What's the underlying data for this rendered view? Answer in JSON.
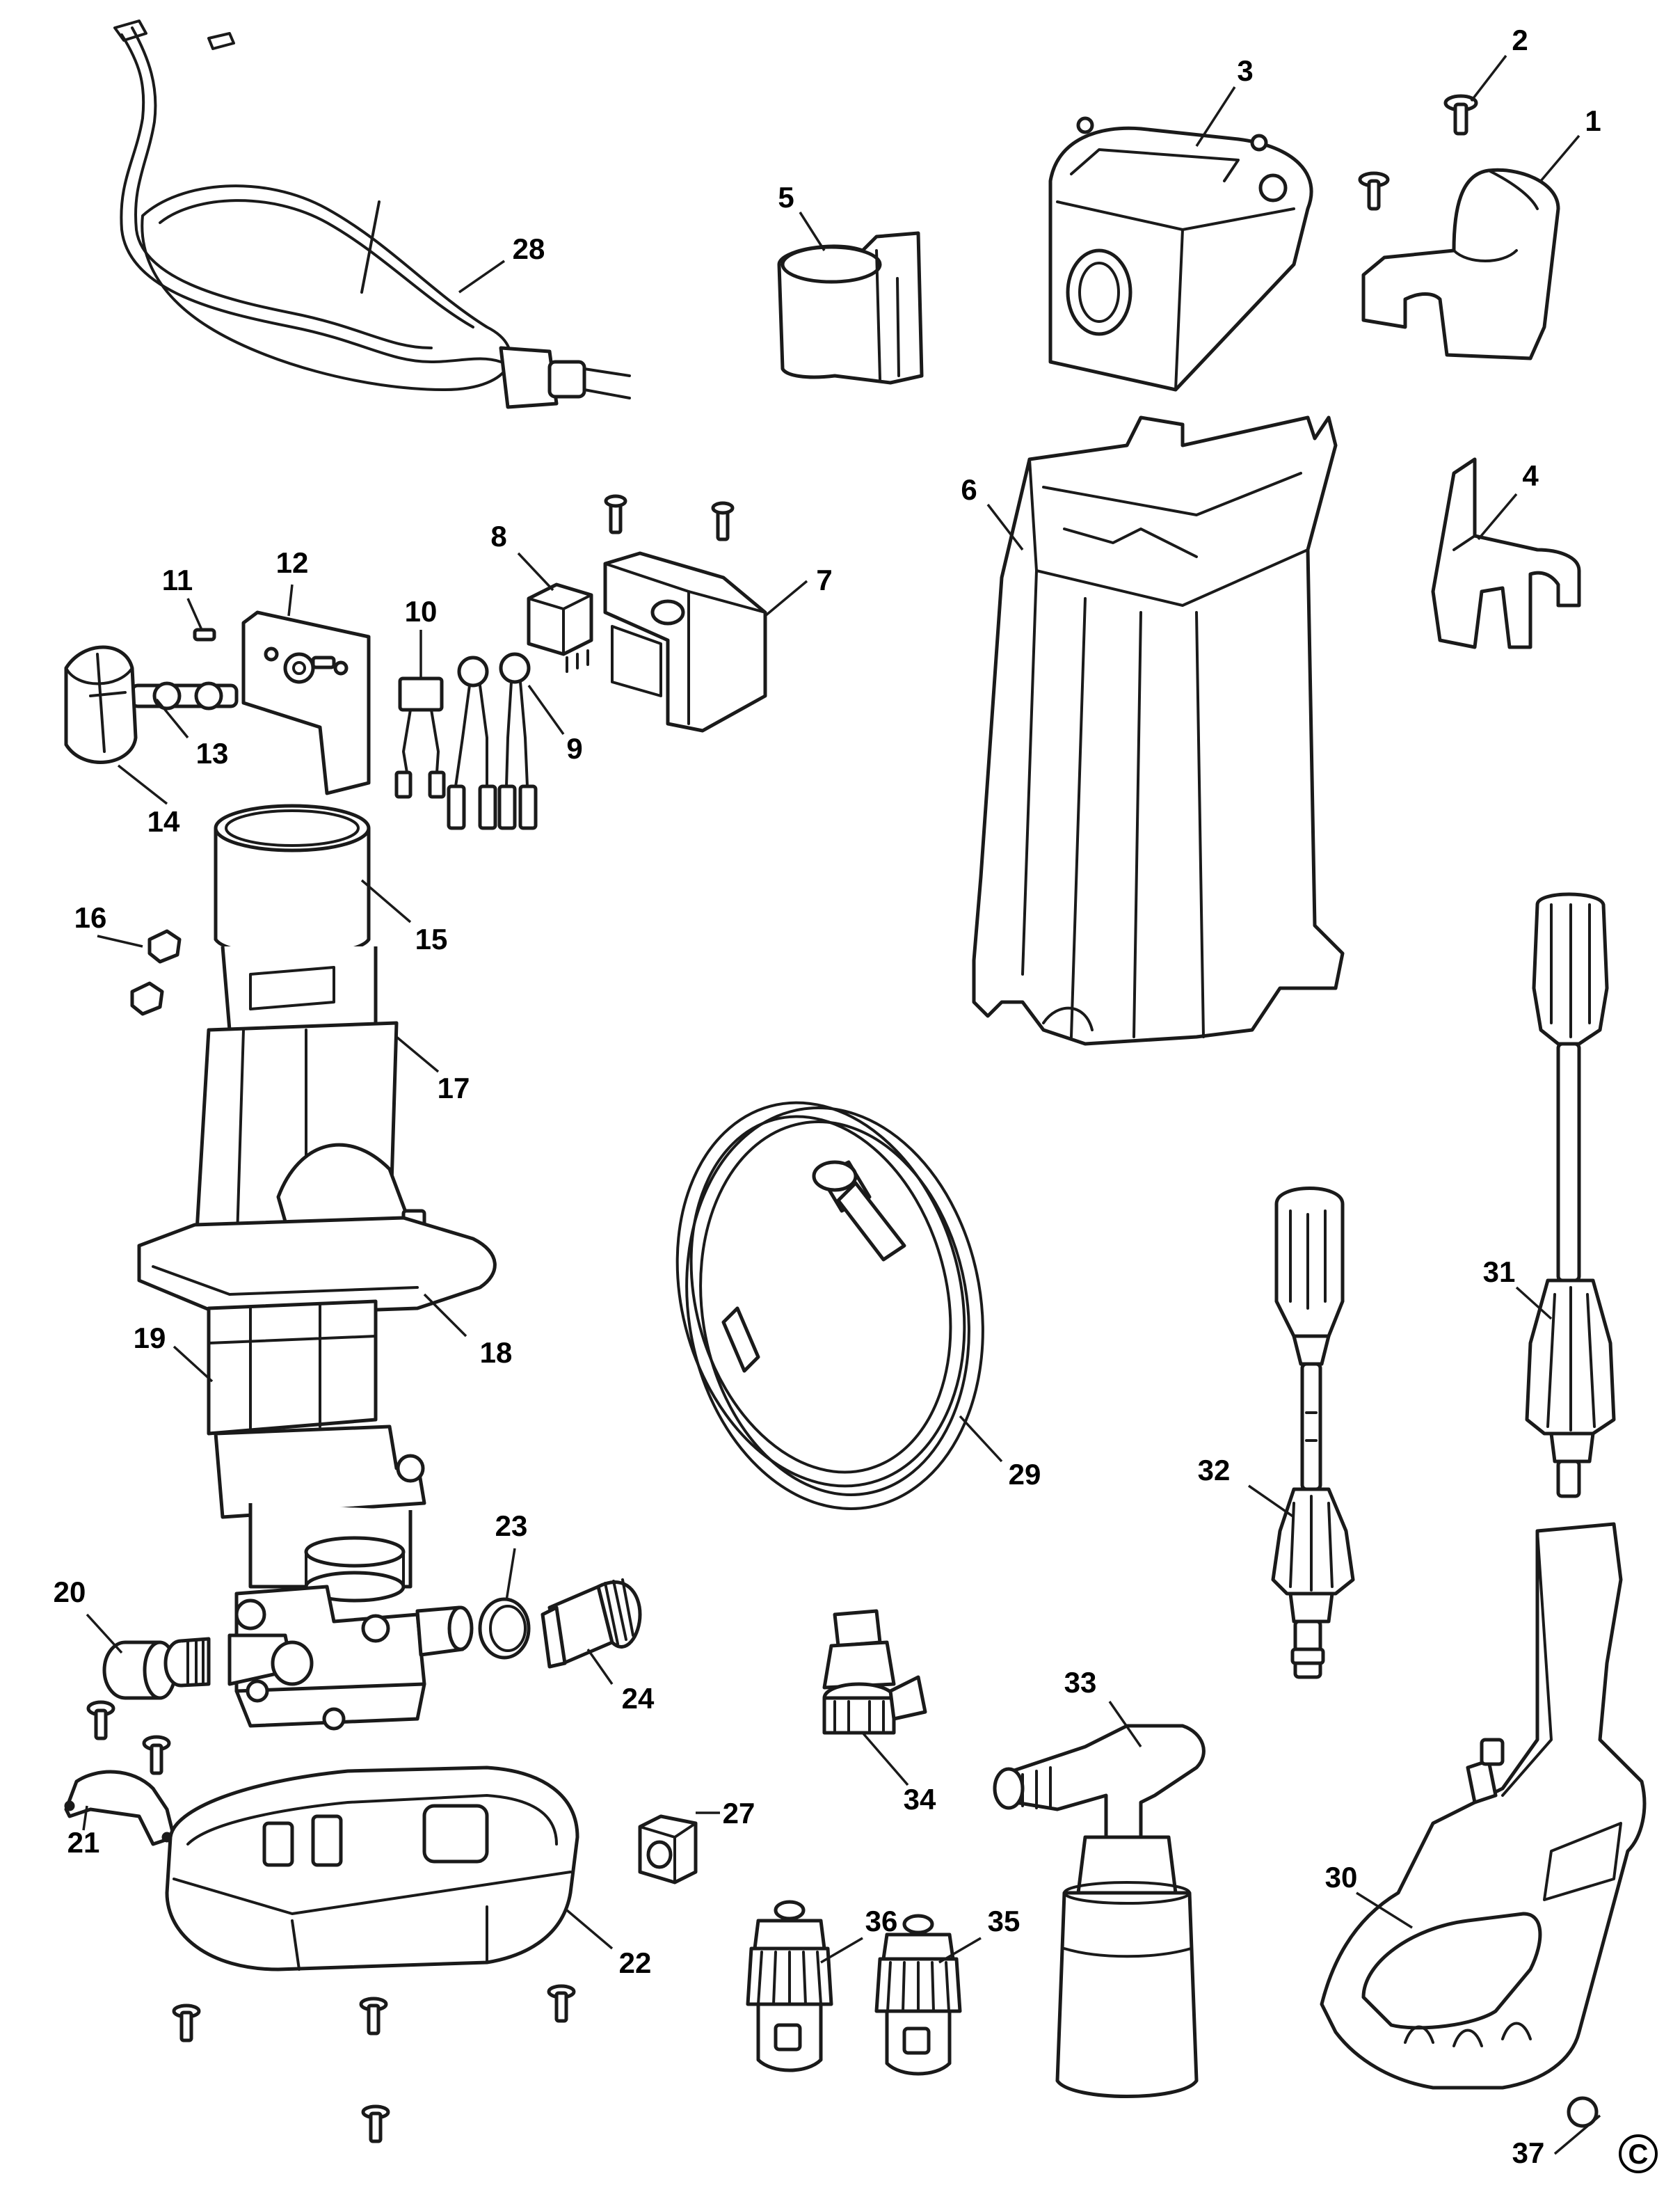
{
  "callouts": [
    "1",
    "2",
    "3",
    "4",
    "5",
    "6",
    "7",
    "8",
    "9",
    "10",
    "11",
    "12",
    "13",
    "14",
    "15",
    "16",
    "17",
    "18",
    "19",
    "20",
    "21",
    "22",
    "23",
    "24",
    "27",
    "28",
    "29",
    "30",
    "31",
    "32",
    "33",
    "34",
    "35",
    "36",
    "37"
  ],
  "copyright_symbol": "C",
  "colors": {
    "line": "#1a1a1a",
    "background": "#ffffff",
    "text": "#000000"
  }
}
